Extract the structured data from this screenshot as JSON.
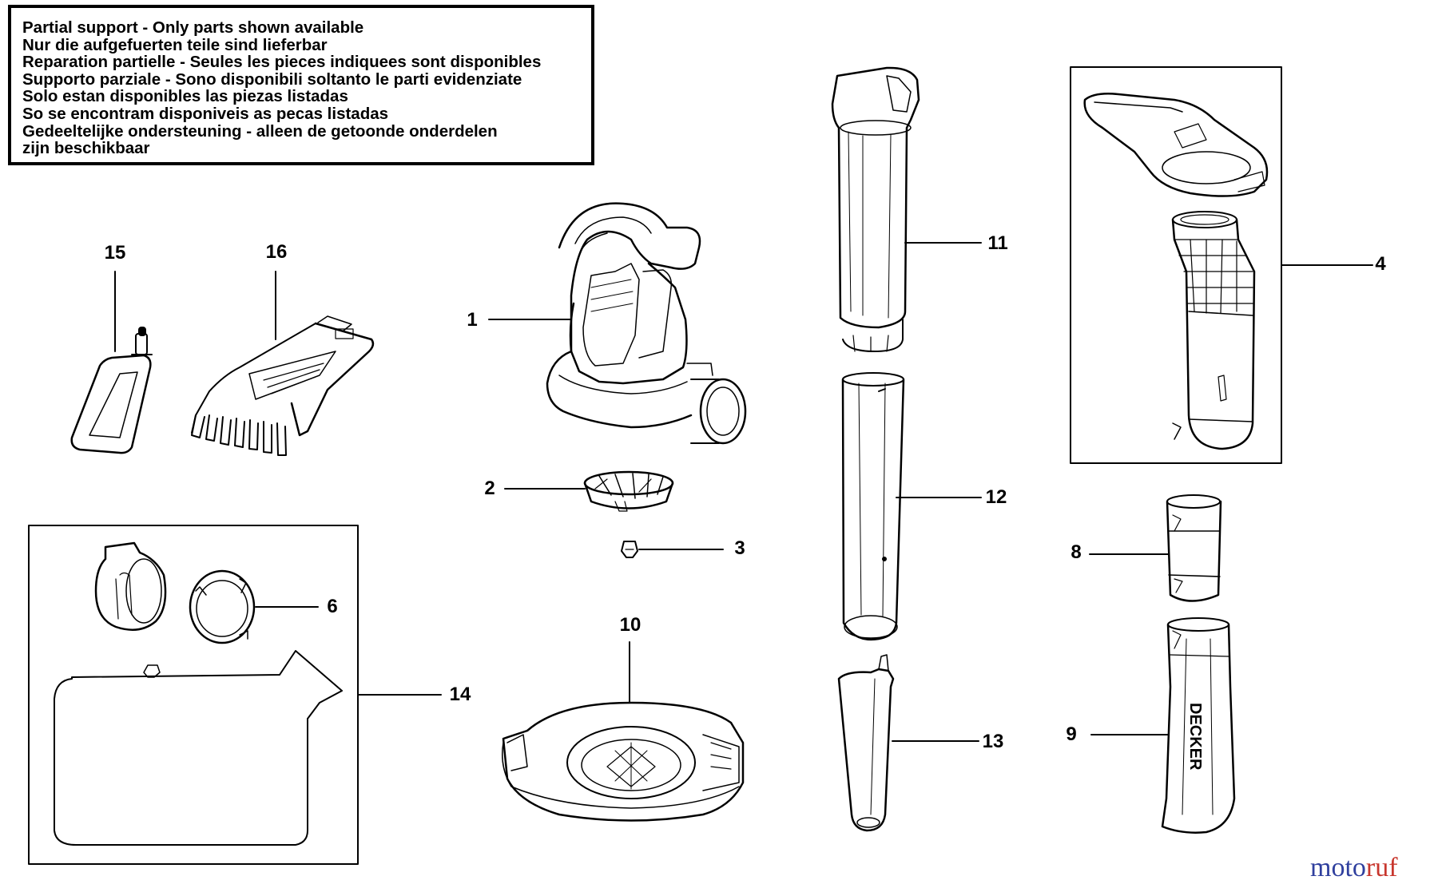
{
  "notice": {
    "lines": [
      "Partial support - Only parts shown available",
      "Nur die aufgefuerten teile sind lieferbar",
      "Reparation partielle - Seules les pieces indiquees sont disponibles",
      "Supporto parziale - Sono disponibili soltanto le parti evidenziate",
      "Solo estan disponibles las piezas listadas",
      "So se encontram disponiveis as pecas listadas",
      "Gedeeltelijke ondersteuning - alleen de getoonde onderdelen",
      "zijn beschikbaar"
    ]
  },
  "parts": {
    "p1": "1",
    "p2": "2",
    "p3": "3",
    "p4": "4",
    "p6": "6",
    "p8": "8",
    "p9": "9",
    "p10": "10",
    "p11": "11",
    "p12": "12",
    "p13": "13",
    "p14": "14",
    "p15": "15",
    "p16": "16"
  },
  "tube_logo": "DECKER",
  "brand": {
    "part1": "moto",
    "part2": "ruf"
  },
  "colors": {
    "line": "#000000",
    "brand_blue": "#2f3f9e",
    "brand_red": "#c8362d"
  }
}
